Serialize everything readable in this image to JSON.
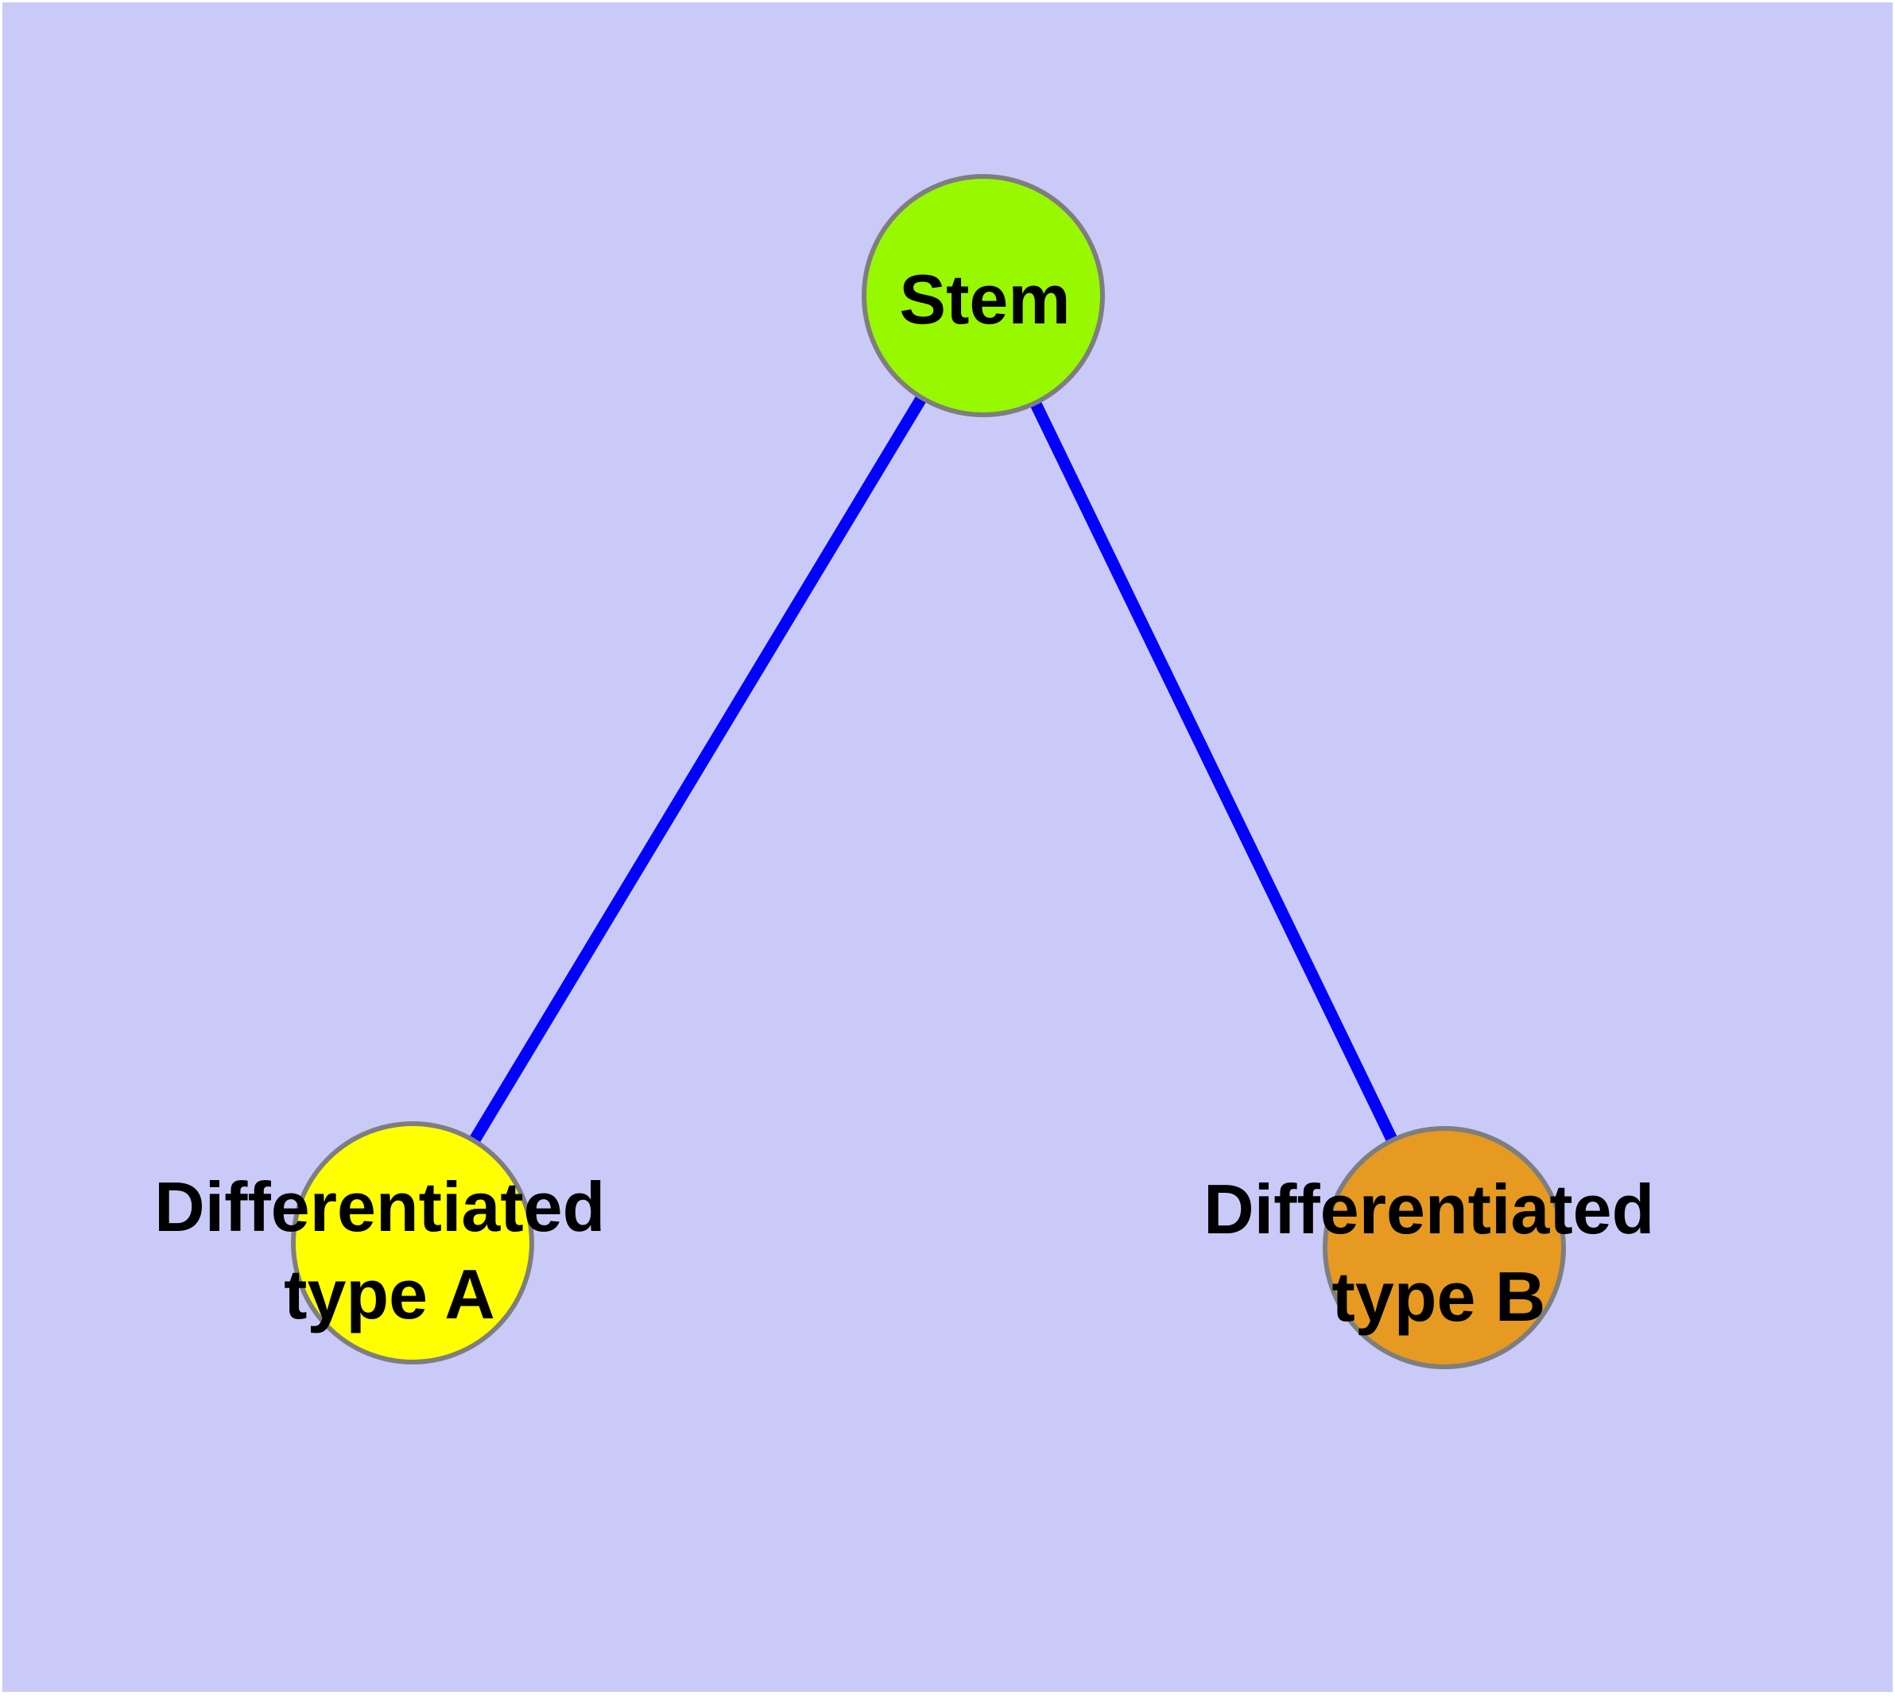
{
  "figure": {
    "background_color": "#cacaf8",
    "frame_color": "#ffffff",
    "edge_color": "#0202fb",
    "edge_width": 15,
    "node_border_color": "#7e7e7e",
    "node_border_width": 6,
    "label_color": "#000000",
    "nodes": [
      {
        "id": "stem",
        "label": "Stem",
        "label_lines": [
          "Stem"
        ],
        "fill": "#98f800"
      },
      {
        "id": "differentiated-type-a",
        "label": "Differentiated type A",
        "label_lines": [
          "Differentiated",
          "type A"
        ],
        "fill": "#ffff00"
      },
      {
        "id": "differentiated-type-b",
        "label": "Differentiated type B",
        "label_lines": [
          "Differentiated",
          "type B"
        ],
        "fill": "#e69a21"
      }
    ],
    "edges": [
      {
        "from": "stem",
        "to": "differentiated-type-a"
      },
      {
        "from": "stem",
        "to": "differentiated-type-b"
      }
    ]
  }
}
